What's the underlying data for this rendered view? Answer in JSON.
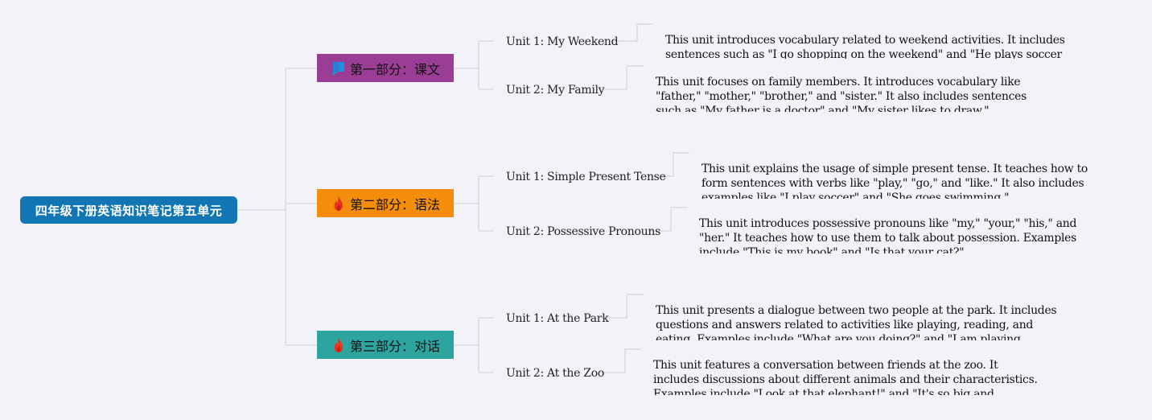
{
  "root": {
    "title": "四年级下册英语知识笔记第五单元",
    "color": "#1176b3"
  },
  "branches": [
    {
      "label": "第一部分：课文",
      "color": "#9a3e95",
      "icon": "flag-icon",
      "units": [
        {
          "title": "Unit 1: My Weekend",
          "text": "This unit introduces vocabulary related to weekend activities. It includes sentences such as \"I go shopping on the weekend\" and \"He plays soccer on the weekend.\""
        },
        {
          "title": "Unit 2: My Family",
          "text": "This unit focuses on family members. It introduces vocabulary like \"father,\" \"mother,\" \"brother,\" and \"sister.\" It also includes sentences such as \"My father is a doctor\" and \"My sister likes to draw.\""
        }
      ]
    },
    {
      "label": "第二部分：语法",
      "color": "#f48c0c",
      "icon": "fire-icon",
      "units": [
        {
          "title": "Unit 1: Simple Present Tense",
          "text": "This unit explains the usage of simple present tense. It teaches how to form sentences with verbs like \"play,\" \"go,\" and \"like.\" It also includes examples like \"I play soccer\" and \"She goes swimming.\""
        },
        {
          "title": "Unit 2: Possessive Pronouns",
          "text": "This unit introduces possessive pronouns like \"my,\" \"your,\" \"his,\" and \"her.\" It teaches how to use them to talk about possession. Examples include \"This is my book\" and \"Is that your cat?\""
        }
      ]
    },
    {
      "label": "第三部分：对话",
      "color": "#2ea49f",
      "icon": "fire-icon",
      "units": [
        {
          "title": "Unit 1: At the Park",
          "text": "This unit presents a dialogue between two people at the park. It includes questions and answers related to activities like playing, reading, and eating. Examples include \"What are you doing?\" and \"I am playing soccer.\""
        },
        {
          "title": "Unit 2: At the Zoo",
          "text": "This unit features a conversation between friends at the zoo. It includes discussions about different animals and their characteristics. Examples include \"Look at that elephant!\" and \"It's so big and strong.\""
        }
      ]
    }
  ]
}
